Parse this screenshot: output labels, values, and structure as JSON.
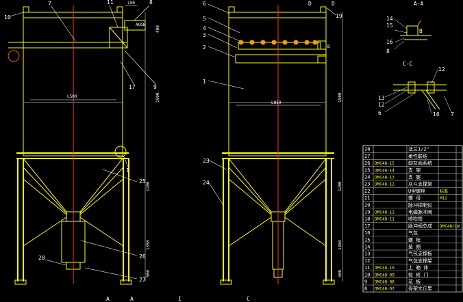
{
  "drawing": {
    "section_a": "A-A",
    "section_c": "C-C",
    "marker_a": "A",
    "marker_d": "D",
    "marker_b": "B",
    "marker_i": "I",
    "marker_c": "C"
  },
  "left_view": {
    "callouts": [
      "10",
      "7",
      "11",
      "8",
      "25",
      "26",
      "27",
      "28",
      "17",
      "9",
      "1"
    ],
    "dims": [
      "150",
      "L500",
      "400",
      "1900",
      "1200",
      "1350",
      "500"
    ],
    "side_note": "AOGB"
  },
  "middle_view": {
    "callouts": [
      "6",
      "5",
      "4",
      "3",
      "2",
      "1",
      "19",
      "23",
      "24"
    ],
    "dims": [
      "L850",
      "B",
      "1900",
      "1200",
      "1350",
      "500"
    ]
  },
  "detail_views": {
    "a_callouts": [
      "14",
      "15",
      "16",
      "8"
    ],
    "c_callouts": [
      "12",
      "13",
      "12",
      "6",
      "16",
      "7"
    ]
  },
  "parts_table": {
    "rows": [
      {
        "no": "28",
        "code": "",
        "name": "法兰1/2\"",
        "note": ""
      },
      {
        "no": "27",
        "code": "",
        "name": "柔性联结",
        "note": ""
      },
      {
        "no": "26",
        "code": "DMC48-15",
        "name": "卸灰阀系统",
        "note": ""
      },
      {
        "no": "25",
        "code": "DMC48-14",
        "name": "支 架",
        "note": ""
      },
      {
        "no": "24",
        "code": "DMC48-13",
        "name": "支 腿",
        "note": ""
      },
      {
        "no": "23",
        "code": "DMC48-12",
        "name": "灰斗支撑架",
        "note": ""
      },
      {
        "no": "22",
        "code": "",
        "name": "U型螺栓",
        "note": "标准"
      },
      {
        "no": "21",
        "code": "",
        "name": "螺 母",
        "note": "M12"
      },
      {
        "no": "20",
        "code": "",
        "name": "脉冲控制仪",
        "note": ""
      },
      {
        "no": "19",
        "code": "DMC48-12",
        "name": "电磁脉冲阀",
        "note": ""
      },
      {
        "no": "18",
        "code": "DMC48-11",
        "name": "喷吹管",
        "note": ""
      },
      {
        "no": "17",
        "code": "",
        "name": "脉冲阀总成",
        "note": "DMC48/LW"
      },
      {
        "no": "16",
        "code": "",
        "name": "气包",
        "note": ""
      },
      {
        "no": "15",
        "code": "",
        "name": "螺 栓",
        "note": ""
      },
      {
        "no": "14",
        "code": "",
        "name": "垫 圈",
        "note": ""
      },
      {
        "no": "13",
        "code": "",
        "name": "气包支撑板",
        "note": ""
      },
      {
        "no": "12",
        "code": "",
        "name": "气包支撑架",
        "note": ""
      },
      {
        "no": "11",
        "code": "DMC48-10",
        "name": "上 箱 体",
        "note": ""
      },
      {
        "no": "10",
        "code": "DMC48-09",
        "name": "检 修 门",
        "note": ""
      },
      {
        "no": "9",
        "code": "DMC48-08",
        "name": "花 板",
        "note": ""
      },
      {
        "no": "8",
        "code": "DMC48-07",
        "name": "骨架文丘里",
        "note": ""
      }
    ]
  }
}
